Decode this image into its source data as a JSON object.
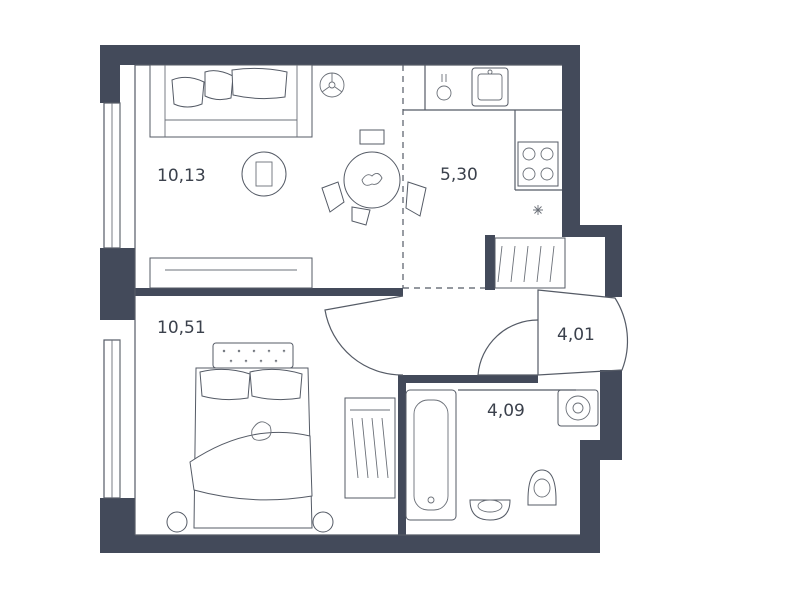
{
  "rooms": [
    {
      "id": "living-room",
      "area": "10,13"
    },
    {
      "id": "kitchen",
      "area": "5,30"
    },
    {
      "id": "bedroom",
      "area": "10,51"
    },
    {
      "id": "hallway",
      "area": "4,01"
    },
    {
      "id": "bathroom",
      "area": "4,09"
    }
  ],
  "colors": {
    "wall": "#434a5a",
    "line": "#555b66"
  }
}
